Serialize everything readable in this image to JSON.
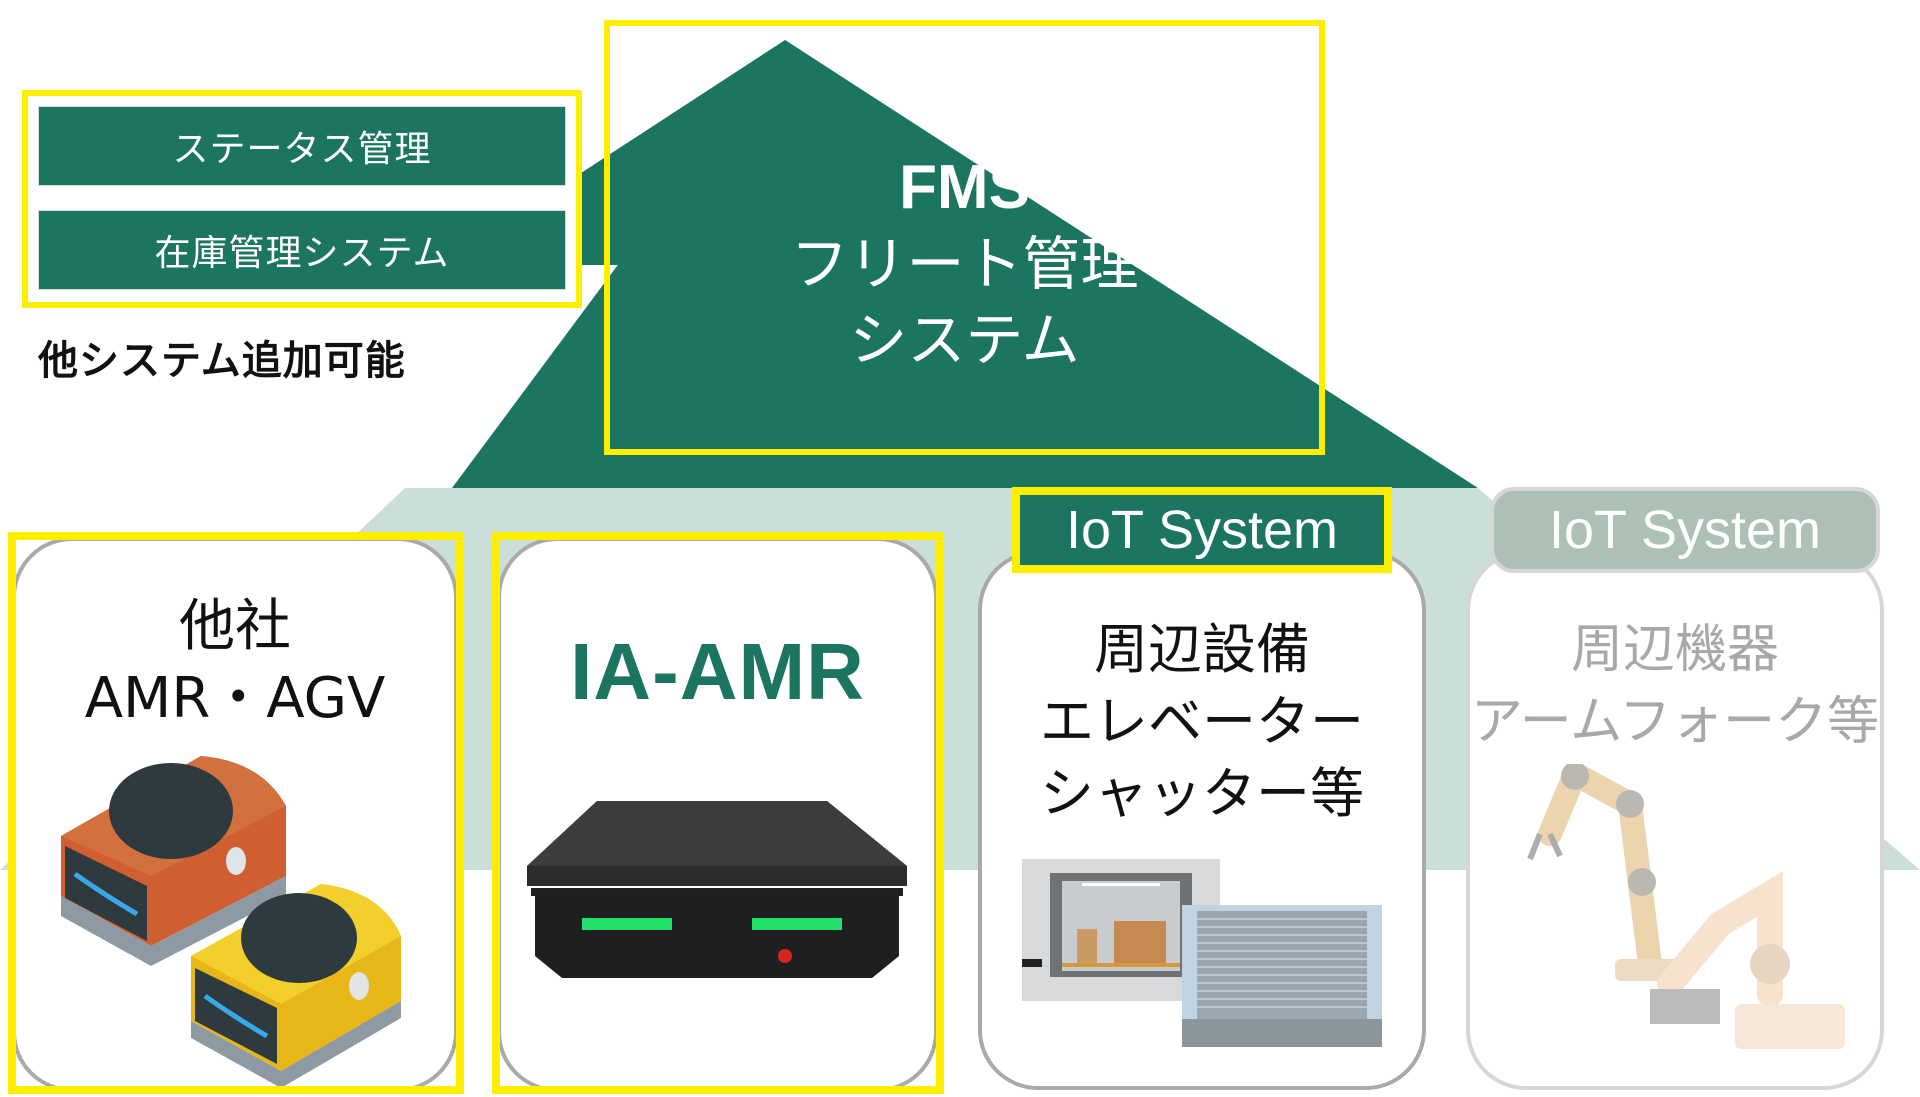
{
  "colors": {
    "primary_green": "#1c7560",
    "light_band": "#cadfd8",
    "highlight_yellow": "#ffee00",
    "inactive_tag": "#adc0b5",
    "inactive_text": "#a8a8a8"
  },
  "feature_box": {
    "items": [
      "ステータス管理",
      "在庫管理システム"
    ],
    "note": "他システム追加可能"
  },
  "fms": {
    "title": "FMS",
    "subtitle_line1": "フリート管理",
    "subtitle_line2": "システム"
  },
  "cards": [
    {
      "title_line1": "他社",
      "title_line2": "AMR・AGV",
      "image": "robot-vehicles-illustration",
      "highlighted": true
    },
    {
      "title_line1": "IA-AMR",
      "image": "ia-amr-photo",
      "highlighted": true
    },
    {
      "tag": "IoT System",
      "title_line1": "周辺設備",
      "title_line2": "エレベーター",
      "title_line3": "シャッター等",
      "image": "elevator-shutter-photos",
      "highlighted": true
    },
    {
      "tag": "IoT System",
      "title_line1": "周辺機器",
      "title_line2": "アームフォーク等",
      "image": "robot-arms-illustration",
      "highlighted": false
    }
  ]
}
